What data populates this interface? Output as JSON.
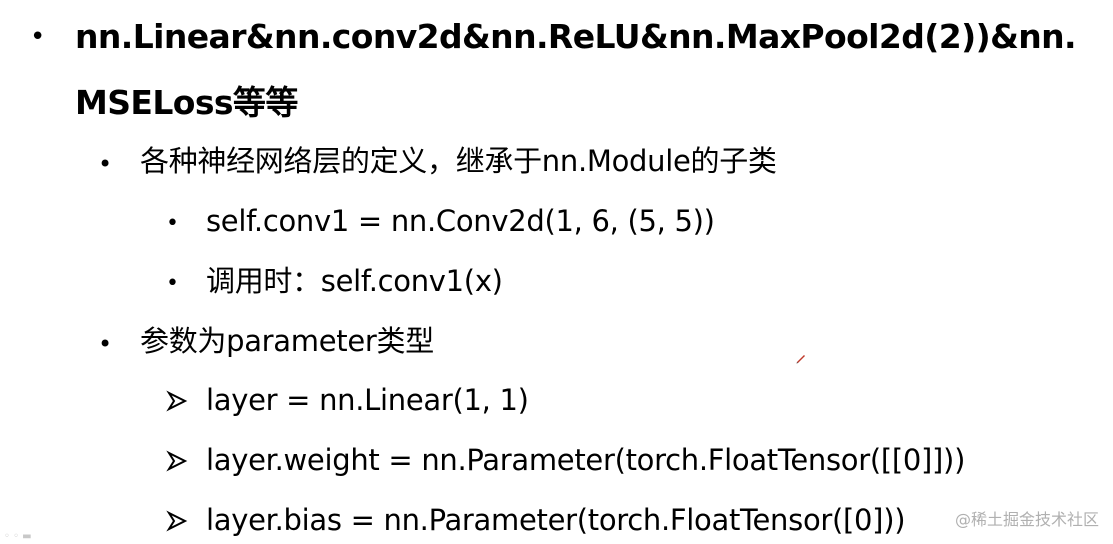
{
  "items": [
    {
      "level": 1,
      "bullet": "•",
      "text": "nn.Linear&nn.conv2d&nn.ReLU&nn.MaxPool2d(2))&nn."
    },
    {
      "level": 1,
      "bullet": "",
      "text": "MSELoss等等"
    },
    {
      "level": 2,
      "bullet": "•",
      "text": "各种神经网络层的定义，继承于nn.Module的子类"
    },
    {
      "level": 3,
      "bullet": "•",
      "text": "self.conv1 = nn.Conv2d(1, 6, (5, 5))"
    },
    {
      "level": 3,
      "bullet": "•",
      "text": "调用时：self.conv1(x)"
    },
    {
      "level": 2,
      "bullet": "•",
      "text": "参数为parameter类型"
    },
    {
      "level": 3,
      "bullet": "arrow",
      "text": "layer = nn.Linear(1, 1)"
    },
    {
      "level": 3,
      "bullet": "arrow",
      "text": "layer.weight = nn.Parameter(torch.FloatTensor([[0]]))"
    },
    {
      "level": 3,
      "bullet": "arrow",
      "text": "layer.bias = nn.Parameter(torch.FloatTensor([0]))"
    }
  ],
  "watermark": "@稀土掘金技术社区",
  "icons": {
    "arrow_bullet": "arrow-bullet-icon",
    "cursor": "pen-cursor-icon"
  },
  "colors": {
    "text": "#000000",
    "watermark": "#b0b0b0",
    "cursor": "#c0392b"
  }
}
